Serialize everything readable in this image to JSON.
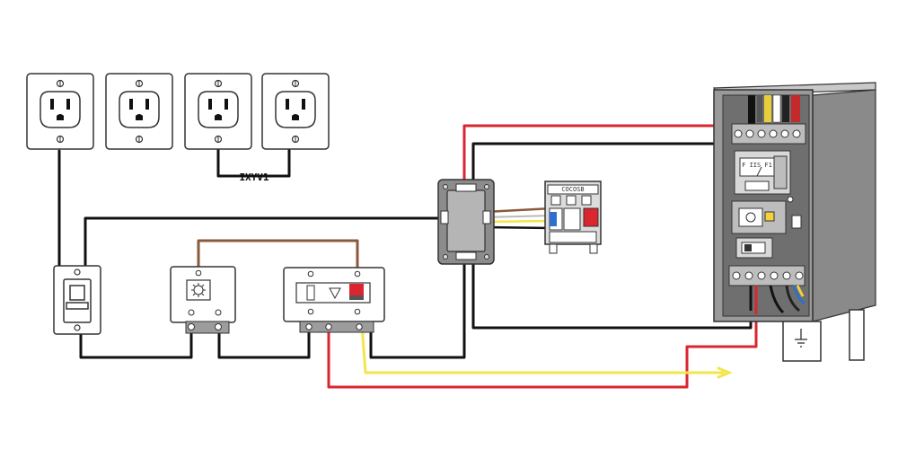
{
  "colors": {
    "black_wire": "#111111",
    "red_wire": "#d9262f",
    "yellow_wire": "#f2e64a",
    "brown_wire": "#8a5a3a",
    "panel_body": "#9a9a9a",
    "panel_dark": "#6f6f6f",
    "device_fill": "#ffffff",
    "terminal_grey": "#9c9c9c"
  },
  "outlets": [
    {
      "name": "outlet-1"
    },
    {
      "name": "outlet-2"
    },
    {
      "name": "outlet-3"
    },
    {
      "name": "outlet-4"
    }
  ],
  "labels": {
    "jumper_scribble": "IXYV1",
    "contactor_label": "COCOSB",
    "meter_readout": "F  IIS  F1"
  },
  "icons": {
    "ground": "ground-icon",
    "timer": "gear-icon",
    "arrow": "arrow-right-icon"
  }
}
